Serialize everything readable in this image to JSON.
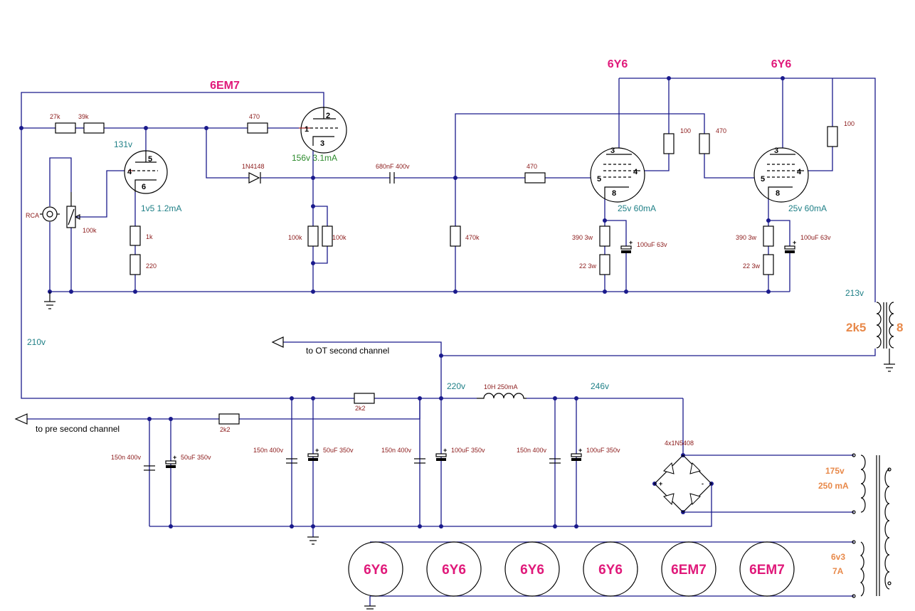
{
  "tubes": {
    "input": "6EM7",
    "output1": "6Y6",
    "output2": "6Y6"
  },
  "voltages": {
    "cathode_131": "131v",
    "bias_1v5": "1v5 1.2mA",
    "plate_156": "156v 3.1mA",
    "out1_bias": "25v 60mA",
    "out2_bias": "25v 60mA",
    "b_213": "213v",
    "b_210": "210v",
    "b_220": "220v",
    "b_246": "246v"
  },
  "components": {
    "r27k": "27k",
    "r39k": "39k",
    "r470_grid": "470",
    "pot100k": "100k",
    "rca": "RCA",
    "r1k": "1k",
    "r220": "220",
    "d1n4148": "1N4148",
    "r100k_a": "100k",
    "r100k_b": "100k",
    "c680n": "680nF 400v",
    "r470k": "470k",
    "r470_g1": "470",
    "r100_s1": "100",
    "r470_g2": "470",
    "r100_s2": "100",
    "r390_1": "390 3w",
    "r22_1": "22 3w",
    "c100u_1": "100uF 63v",
    "r390_2": "390 3w",
    "r22_2": "22 3w",
    "c100u_2": "100uF 63v",
    "r2k2_a": "2k2",
    "r2k2_b": "2k2",
    "c150n_1": "150n 400v",
    "c50u_1": "50uF 350v",
    "c150n_2": "150n 400v",
    "c50u_2": "50uF 350v",
    "c150n_3": "150n 400v",
    "c100u_3": "100uF 350v",
    "choke": "10H 250mA",
    "c150n_4": "150n 400v",
    "c100u_4": "100uF 350v",
    "bridge": "4x1N5408",
    "ot_primary": "2k5",
    "ot_secondary": "8",
    "ht_volts": "175v",
    "ht_amps": "250 mA",
    "fil_volts": "6v3",
    "fil_amps": "7A"
  },
  "pins": {
    "v1_plate": "2",
    "v1_grid": "1",
    "v1_cathode": "3",
    "v2_plate": "5",
    "v2_grid": "4",
    "v2_cathode": "6",
    "o1_plate": "3",
    "o1_g1": "5",
    "o1_g2": "4",
    "o1_k": "8",
    "o2_plate": "3",
    "o2_g1": "5",
    "o2_g2": "4",
    "o2_k": "8"
  },
  "notes": {
    "to_ot": "to OT second channel",
    "to_pre": "to pre second channel"
  },
  "heaters": [
    "6Y6",
    "6Y6",
    "6Y6",
    "6Y6",
    "6EM7",
    "6EM7"
  ],
  "colors": {
    "wire": "#1a1a8c",
    "tube_label": "#e0197a",
    "voltage": "#1e7f86",
    "component_label": "#8b1a1a",
    "transformer_label": "#e8894a"
  }
}
